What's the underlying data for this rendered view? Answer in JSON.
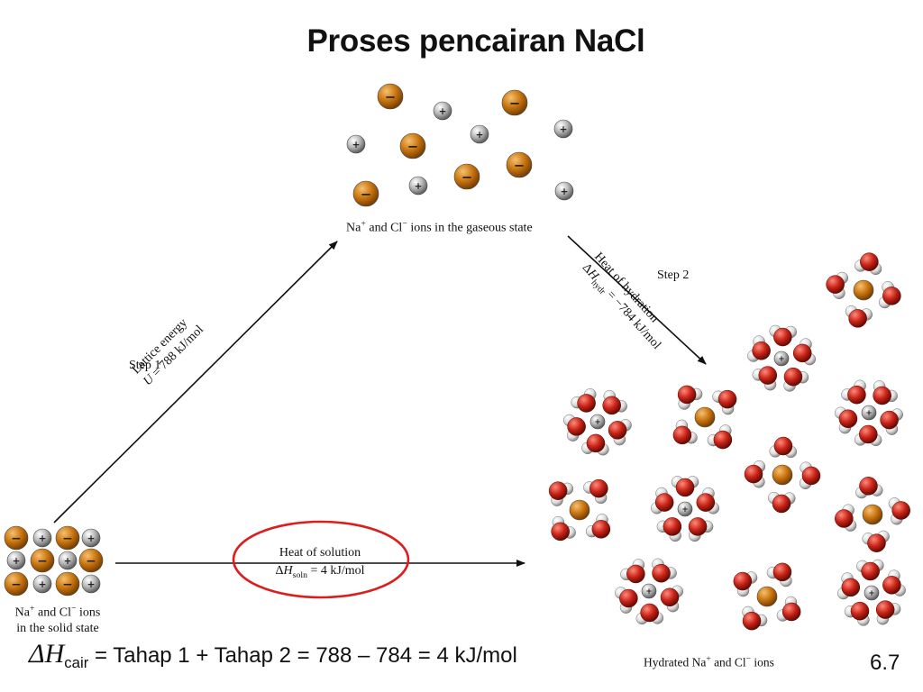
{
  "title": "Proses pencairan NaCl",
  "gas_state": {
    "na": "Na",
    "plus": "+",
    "and_cl": " and Cl",
    "minus": "−",
    "rest": " ions in the gaseous state"
  },
  "solid_state": {
    "line1_na": "Na",
    "plus": "+",
    "line1_and_cl": " and Cl",
    "minus": "−",
    "line1_rest": " ions",
    "line2": "in the solid state"
  },
  "hydrated_state": {
    "prefix": "Hydrated Na",
    "plus": "+",
    "and_cl": " and Cl",
    "minus": "−",
    "rest": " ions"
  },
  "step1": {
    "label": "Step 1",
    "name": "Lattice energy",
    "symbol": "U",
    "value": " = 788 kJ/mol"
  },
  "step2": {
    "label": "Step 2",
    "name": "Heat of hydration",
    "delta": "Δ",
    "symbol": "H",
    "subscript": "hydr",
    "value": " = −784 kJ/mol"
  },
  "solution": {
    "name": "Heat of solution",
    "delta": "Δ",
    "symbol": "H",
    "subscript": "soln",
    "value": " = 4 kJ/mol"
  },
  "equation": {
    "delta": "Δ",
    "symbol": "H",
    "subscript": "cair",
    "rest": " = Tahap 1 + Tahap 2 = 788 – 784 = 4 kJ/mol"
  },
  "slide_number": "6.7",
  "colors": {
    "cl_ion": "#c8740f",
    "na_ion": "#b5b5b5",
    "oxygen": "#c82418",
    "hydrogen": "#dcdcdc",
    "highlight_circle": "#dd1c1c",
    "arrow": "#111111"
  },
  "ion_signs": {
    "cation": "+",
    "anion": "−"
  }
}
